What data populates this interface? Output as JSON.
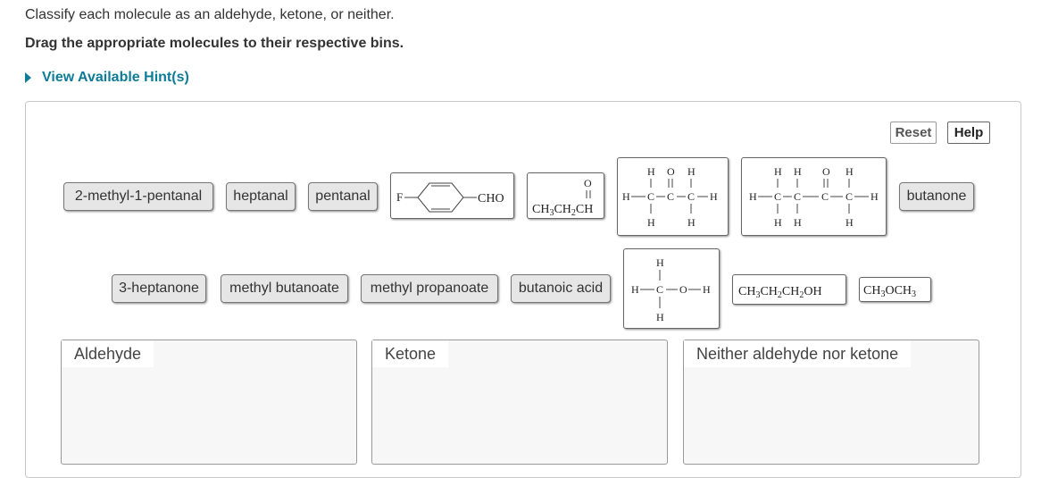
{
  "instructions": {
    "line1": "Classify each molecule as an aldehyde, ketone, or neither.",
    "line2": "Drag the appropriate molecules to their respective bins."
  },
  "hint": {
    "label": "View Available Hint(s)",
    "icon": "triangle-right-icon"
  },
  "toolbar": {
    "reset_label": "Reset",
    "help_label": "Help"
  },
  "chips": {
    "methyl_pentanal": "2-methyl-1-pentanal",
    "heptanal": "heptanal",
    "pentanal": "pentanal",
    "butanone": "butanone",
    "heptanone": "3-heptanone",
    "methyl_butanoate": "methyl butanoate",
    "methyl_propanoate": "methyl propanoate",
    "butanoic_acid": "butanoic acid"
  },
  "structures": {
    "fluorobenzaldehyde": {
      "f": "F",
      "cho": "CHO"
    },
    "propanal": {
      "o": "O",
      "formula": "CH3CH2CH"
    },
    "methanol": {
      "h": "H",
      "c": "C",
      "o": "O"
    },
    "propanol": {
      "formula": "CH3CH2CH2OH"
    },
    "dimethyl_ether": {
      "formula": "CH3OCH3"
    }
  },
  "bins": {
    "aldehyde": "Aldehyde",
    "ketone": "Ketone",
    "neither": "Neither aldehyde nor ketone"
  },
  "colors": {
    "link": "#0e7c96",
    "chip_bg": "#e6e6e6",
    "bin_bg": "#f7f7f7"
  }
}
